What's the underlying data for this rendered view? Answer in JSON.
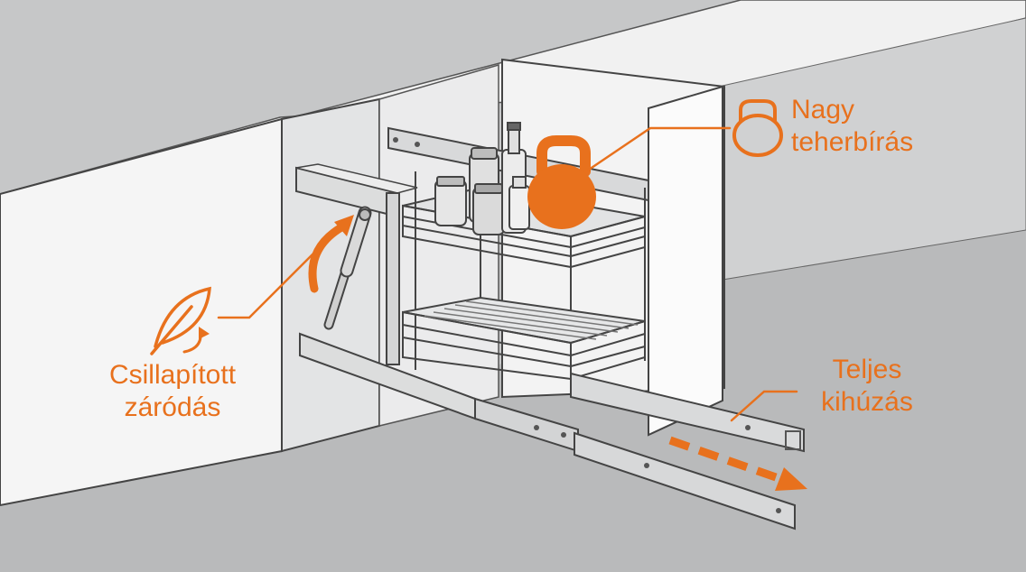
{
  "callouts": {
    "load": {
      "label": "Nagy\nteherbírás",
      "icon": "kettlebell-icon"
    },
    "damped": {
      "label": "Csillapított\nzáródás",
      "icon": "feather-icon"
    },
    "extension": {
      "label": "Teljes\nkihúzás",
      "icon": "arrow-right-icon"
    }
  },
  "colors": {
    "accent": "#e8711d",
    "background": "#c9cacb",
    "wall": "#f4f4f4",
    "floor": "#b9babb",
    "line": "#3e3e3e",
    "metal": "#d8d9da"
  }
}
